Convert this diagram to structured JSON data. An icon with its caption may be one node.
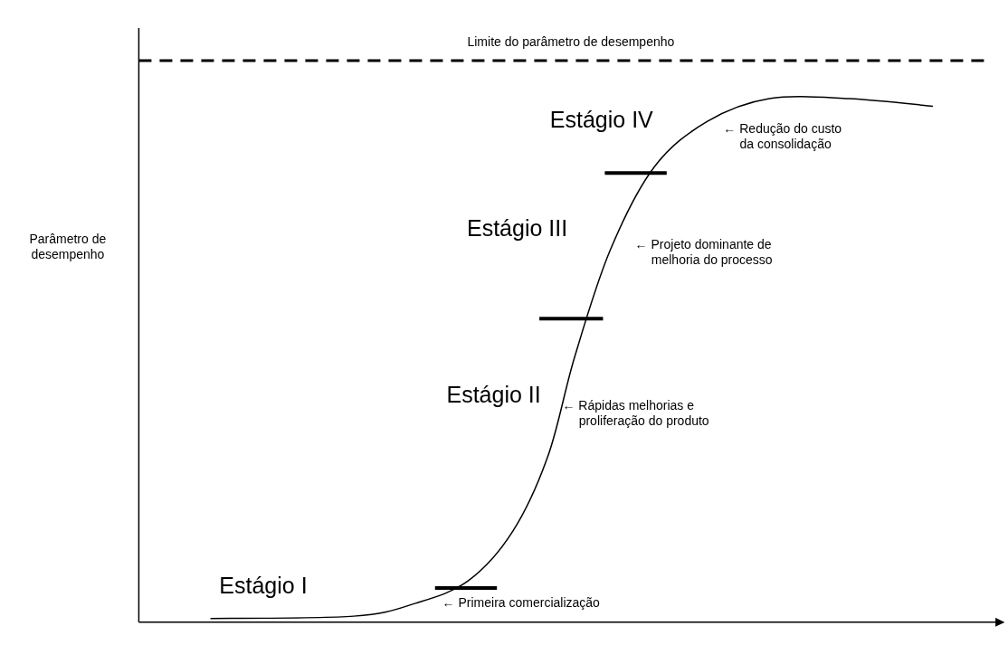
{
  "diagram": {
    "labels": [
      "Limite do parâmetro de desempenho",
      "Parâmetro de desempenho",
      "Estágio IV",
      "← Redução do custo da consolidação",
      "Estágio III",
      "← Projeto dominante de melhoria do processo",
      "Estágio II",
      "← Rápidas melhorias e proliferação do produto",
      "Estágio I",
      "← Primeira comercialização"
    ]
  }
}
